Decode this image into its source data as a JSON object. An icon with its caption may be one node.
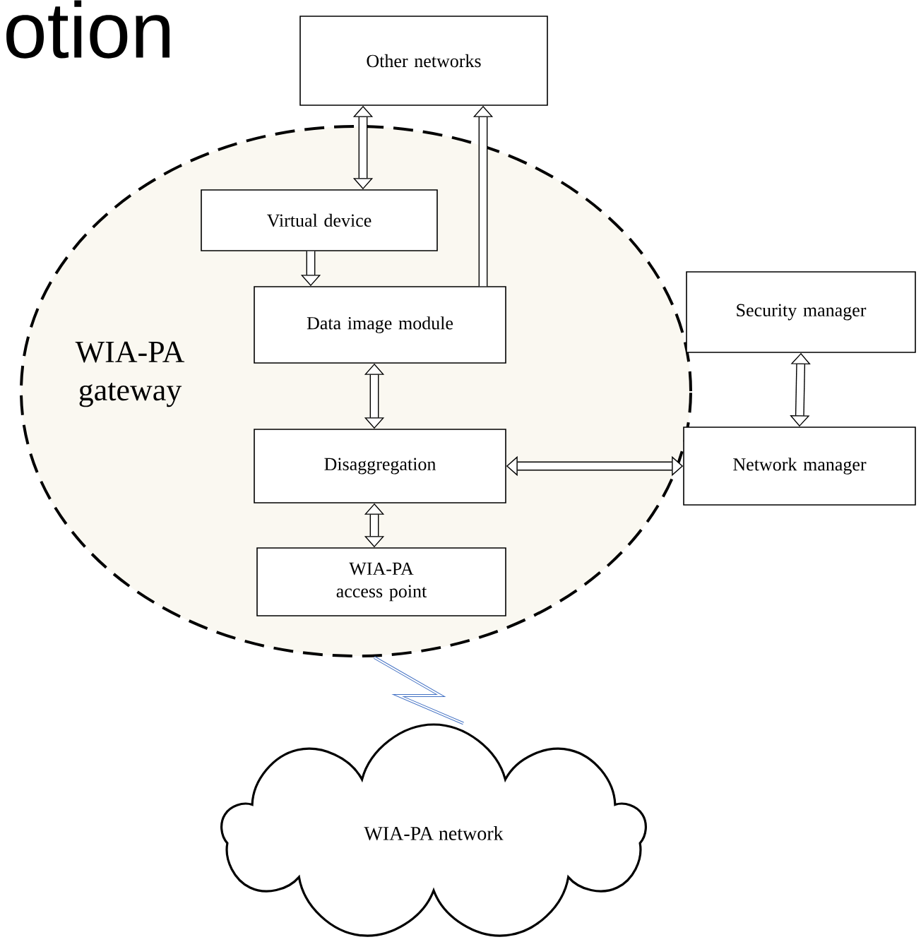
{
  "diagram": {
    "nodes": [
      {
        "text": [
          "Other networks"
        ]
      },
      {
        "text": [
          "WIA-PA gateway"
        ]
      },
      {
        "text": [
          "Virtual device"
        ],
        "in": 1
      },
      {
        "text": [
          "Data image module"
        ],
        "in": 1
      },
      {
        "text": [
          "Security manager"
        ]
      },
      {
        "text": [
          "Disaggregation"
        ],
        "in": 1
      },
      {
        "text": [
          "Network manager"
        ]
      },
      {
        "text": [
          "WIA-PA access point"
        ],
        "in": 1
      },
      {
        "text": [
          "WIA-PA network"
        ]
      }
    ],
    "edges": [
      {
        "from": 0,
        "to": 2,
        "arrow": "both"
      },
      {
        "from": 2,
        "to": 3,
        "arrow": "to"
      },
      {
        "from": 3,
        "to": 0,
        "arrow": "to"
      },
      {
        "from": 3,
        "to": 5,
        "arrow": "both"
      },
      {
        "from": 5,
        "to": 6,
        "arrow": "both"
      },
      {
        "from": 5,
        "to": 7,
        "arrow": "both"
      },
      {
        "from": 4,
        "to": 6,
        "arrow": "both"
      },
      {
        "from": 1,
        "to": 8,
        "arrow": "none",
        "color": "#4472c4"
      }
    ],
    "labels": [
      "otion"
    ]
  }
}
